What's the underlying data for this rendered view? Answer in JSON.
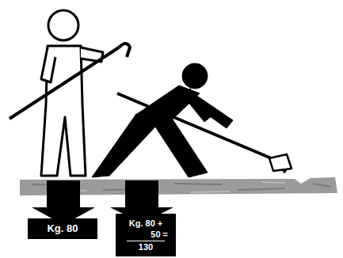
{
  "diagram": {
    "nodes": [
      {
        "text": [
          "Kg. 80"
        ]
      },
      {
        "text": [
          "Kg. 80 +",
          "50 =",
          "130"
        ]
      }
    ]
  }
}
